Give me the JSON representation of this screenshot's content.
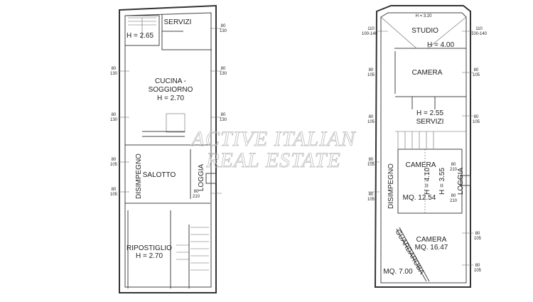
{
  "watermark": {
    "line1": "ACTIVE ITALIAN",
    "line2": "REAL ESTATE"
  },
  "ground_floor": {
    "rooms": {
      "stairs_height": "H = 2.65",
      "servizi": "SERVIZI",
      "cucina": "CUCINA -",
      "soggiorno": "SOGGIORNO",
      "cucina_height": "H = 2.70",
      "disimpegno": "DISIMPEGNO",
      "salotto": "SALOTTO",
      "loggia": "LOGGIA",
      "ripostiglio": "RIPOSTIGLIO",
      "ripostiglio_height": "H = 2.70"
    },
    "windows": {
      "w80": "80",
      "h130": "130",
      "h105": "105",
      "h210": "210"
    }
  },
  "first_floor": {
    "rooms": {
      "roof_height": "H = 3.20",
      "studio": "STUDIO",
      "studio_height": "H = 4.00",
      "camera1": "CAMERA",
      "servizi_height": "H = 2.55",
      "servizi": "SERVIZI",
      "camera2": "CAMERA",
      "camera2_h1": "H = 4.10",
      "camera2_h2": "H = 3.55",
      "camera2_area": "MQ. 12.54",
      "disimpegno": "DISIMPEGNO",
      "loggia": "LOGGIA",
      "camera3": "CAMERA",
      "camera3_area": "MQ. 16.47",
      "guardaroba": "GUARDAROBA",
      "guardaroba_area": "MQ. 7.00"
    },
    "windows": {
      "w110": "110",
      "h100_140": "100-140",
      "w80": "80",
      "h105": "105",
      "h210": "210"
    }
  }
}
